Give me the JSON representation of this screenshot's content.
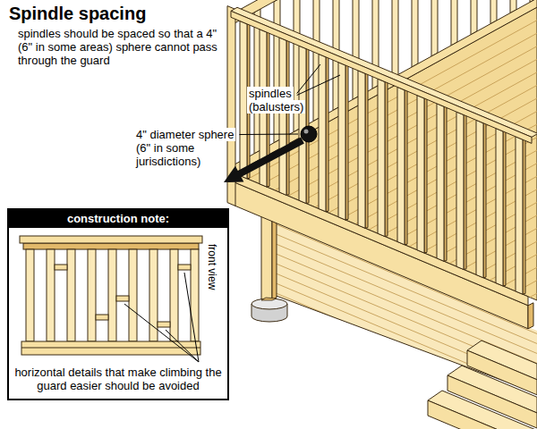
{
  "diagram": {
    "title": "Spindle spacing",
    "nodes": [
      {
        "text": [
          "construction note:",
          "front view",
          "horizontal details that make climbing the guard easier should be avoided"
        ]
      }
    ],
    "labels": [
      "spindles should be spaced so that a 4\" (6\" in some areas) sphere cannot pass through the guard",
      "spindles (balusters)",
      "4\" diameter sphere (6\" in some jurisdictions)"
    ]
  }
}
